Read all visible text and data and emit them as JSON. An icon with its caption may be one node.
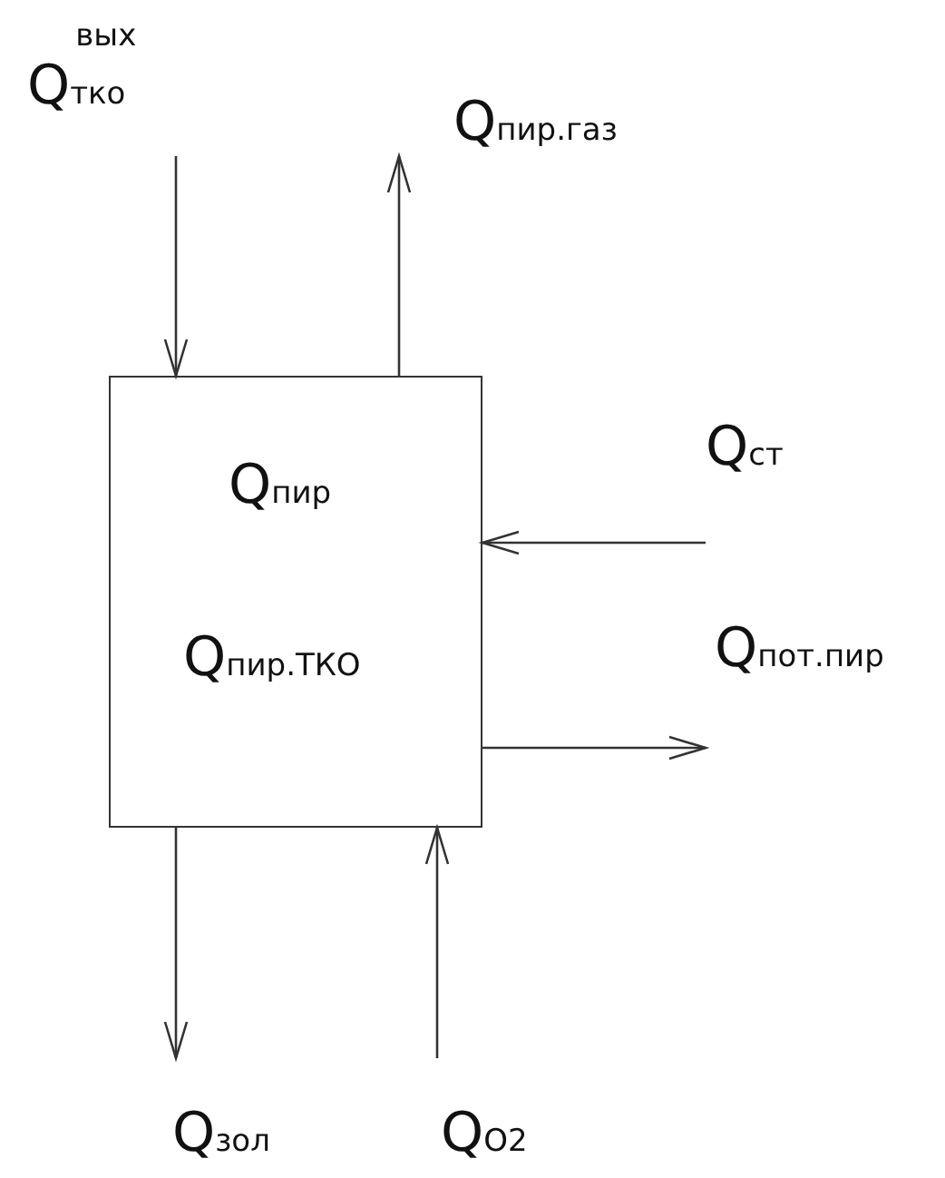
{
  "diagram": {
    "nodes": [
      {
        "text": [
          "Q$_{тко}$$^{вых}$"
        ]
      },
      {
        "text": [
          "Q$_{пир.газ}$"
        ]
      },
      {
        "text": [
          "Q$_{пир}$",
          "Q$_{пир.ТКО}$"
        ]
      },
      {
        "text": [
          "Q$_{ст}$"
        ]
      },
      {
        "text": [
          "Q$_{пот.пир}$"
        ]
      },
      {
        "text": [
          "Q$_{зол}$"
        ]
      },
      {
        "text": [
          "Q$_{O2}$"
        ]
      }
    ],
    "edges": [
      {
        "from": 0,
        "to": 2,
        "arrow": "to"
      },
      {
        "from": 2,
        "to": 1,
        "arrow": "to"
      },
      {
        "from": 3,
        "to": 2,
        "arrow": "to"
      },
      {
        "from": 2,
        "to": 4,
        "arrow": "to"
      },
      {
        "from": 2,
        "to": 5,
        "arrow": "to"
      },
      {
        "from": 6,
        "to": 2,
        "arrow": "to"
      }
    ]
  }
}
